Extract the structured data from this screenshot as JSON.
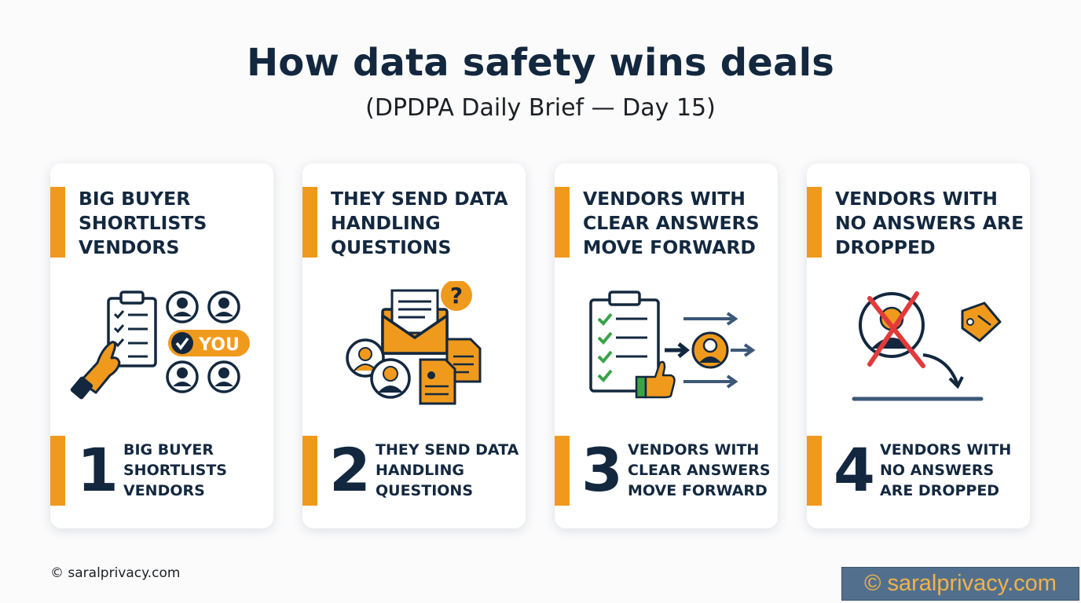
{
  "header": {
    "title": "How data safety wins deals",
    "subtitle": "(DPDPA Daily Brief — Day 15)"
  },
  "steps": [
    {
      "heading": "BIG BUYER SHORTLISTS VENDORS",
      "number": "1",
      "caption": "BIG BUYER SHORTLISTS VENDORS",
      "badge": "YOU",
      "icons": [
        "clipboard-checklist-icon",
        "pointing-hand-icon",
        "person-icon",
        "checkmark-icon"
      ]
    },
    {
      "heading": "THEY SEND DATA HANDLING QUESTIONS",
      "number": "2",
      "caption": "THEY SEND DATA HANDLING QUESTIONS",
      "badge": "?",
      "icons": [
        "envelope-icon",
        "question-mark-icon",
        "document-icon",
        "person-icon"
      ]
    },
    {
      "heading": "VENDORS WITH CLEAR ANSWERS MOVE FORWARD",
      "number": "3",
      "caption": "VENDORS WITH CLEAR ANSWERS MOVE FORWARD",
      "icons": [
        "clipboard-checklist-icon",
        "thumbs-up-icon",
        "arrow-right-icon",
        "person-icon"
      ]
    },
    {
      "heading": "VENDORS WITH NO ANSWERS ARE DROPPED",
      "number": "4",
      "caption": "VENDORS WITH NO ANSWERS ARE DROPPED",
      "icons": [
        "crossed-out-person-icon",
        "price-tag-icon",
        "down-arrow-icon"
      ]
    }
  ],
  "footer": {
    "copyright": "© saralprivacy.com"
  },
  "watermark": {
    "text": "© saralprivacy.com"
  },
  "colors": {
    "navy": "#13283f",
    "orange": "#f09a1d",
    "green": "#3aa348",
    "red": "#e23a3a",
    "background": "#fbfbfc"
  }
}
